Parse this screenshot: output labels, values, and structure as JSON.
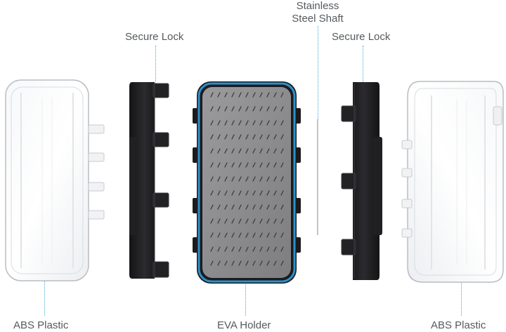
{
  "labels": {
    "stainless_line1": "Stainless",
    "stainless_line2": "Steel Shaft",
    "secure_lock_left": "Secure Lock",
    "secure_lock_right": "Secure Lock",
    "abs_left": "ABS Plastic",
    "eva_holder": "EVA Holder",
    "abs_right": "ABS Plastic"
  },
  "colors": {
    "label_text": "#555a5e",
    "leader_line": "#3fa9d6",
    "box_rim": "#2f8fc8",
    "foam": "#8c8c8e",
    "lock_body": "#1f1f22"
  }
}
